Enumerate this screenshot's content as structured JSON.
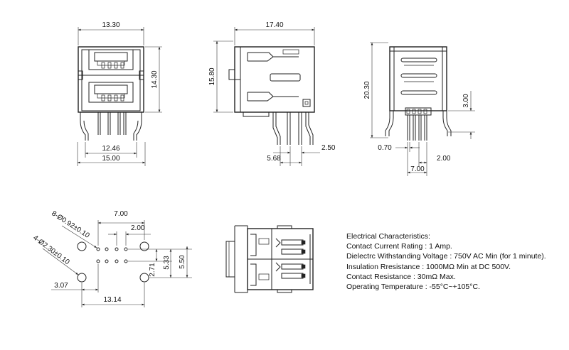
{
  "dimensions": {
    "front_top_width": "13.30",
    "front_height": "14.30",
    "front_pin_span": "12.46",
    "front_total_width": "15.00",
    "side_length": "17.40",
    "side_height": "15.80",
    "side_pin_offset": "5.68",
    "side_pin_pitch": "2.50",
    "end_height": "20.30",
    "end_pin_length": "3.00",
    "end_pin_thickness": "0.70",
    "end_pin_pitch": "2.00",
    "end_pin_span": "7.00",
    "pcb_span_top": "7.00",
    "pcb_pitch_top": "2.00",
    "pcb_signal_holes": "8-Ø0.92±0.10",
    "pcb_mount_holes": "4-Ø2.30±0.10",
    "pcb_row_spacing": "2.71",
    "pcb_inner_height": "5.33",
    "pcb_outer_height": "5.50",
    "pcb_left_offset": "3.07",
    "pcb_total_width": "13.14"
  },
  "specs": {
    "heading": "Electrical Characteristics:",
    "lines": [
      "Contact Current Rating : 1 Amp.",
      "Dielectrc Withstanding Voltage : 750V AC Min (for 1 minute).",
      "Insulation Rresistance : 1000MΩ Min at DC 500V.",
      "Contact Resistance : 30mΩ Max.",
      "Operating Temperature :  -55°C~+105°C."
    ]
  }
}
